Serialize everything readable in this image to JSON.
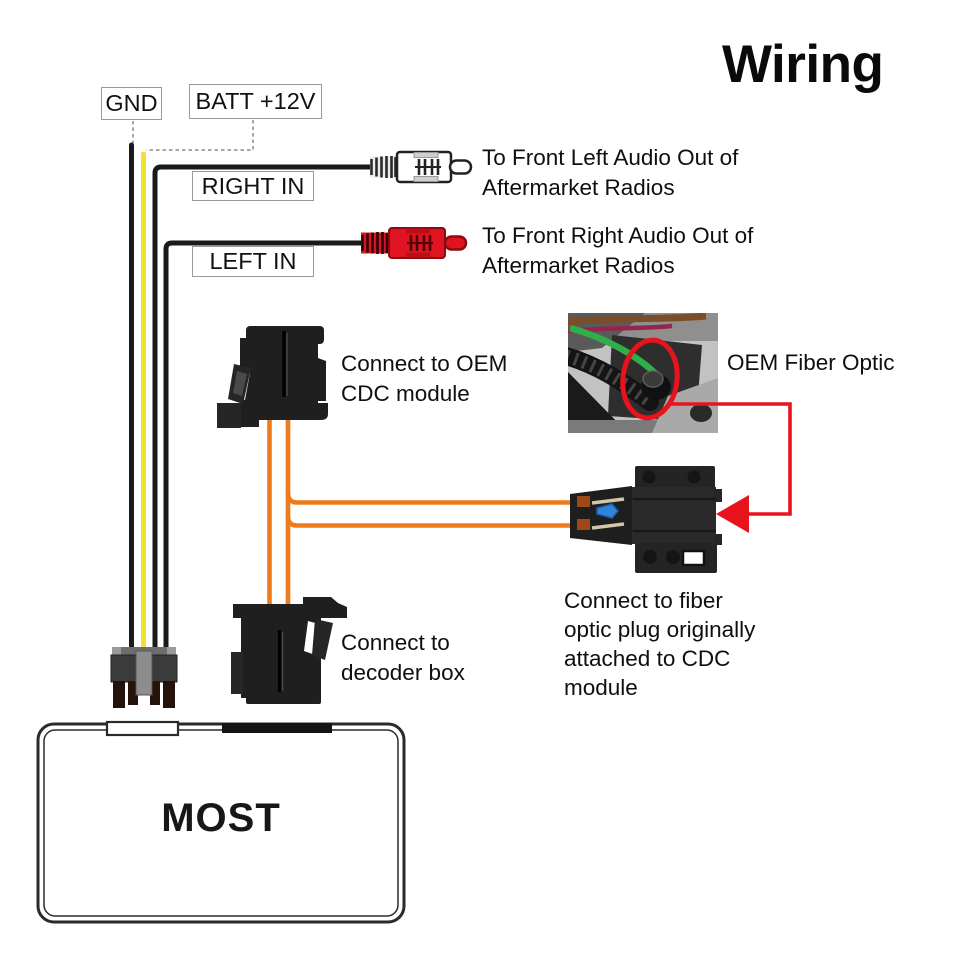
{
  "title": "Wiring",
  "connector_labels": {
    "gnd": "GND",
    "batt": "BATT +12V",
    "right_in": "RIGHT IN",
    "left_in": "LEFT IN"
  },
  "annotations": {
    "front_left_audio": "To Front Left Audio Out of\nAftermarket Radios",
    "front_right_audio": "To Front Right Audio Out of\nAftermarket Radios",
    "oem_cdc": "Connect to OEM\nCDC module",
    "oem_fiber_optic": "OEM Fiber Optic",
    "fiber_plug": "Connect to fiber\noptic plug originally\nattached to CDC\nmodule",
    "decoder_box": "Connect to\ndecoder box"
  },
  "device_label": "MOST",
  "colors": {
    "wire_black": "#1a1a1a",
    "wire_yellow": "#f2e230",
    "fiber_orange": "#ee7a1c",
    "accent_red": "#e8131d",
    "rca_white": "#ffffff",
    "rca_red": "#e01420",
    "connector_black": "#1f1f1f",
    "label_border": "#9a9a9a"
  }
}
